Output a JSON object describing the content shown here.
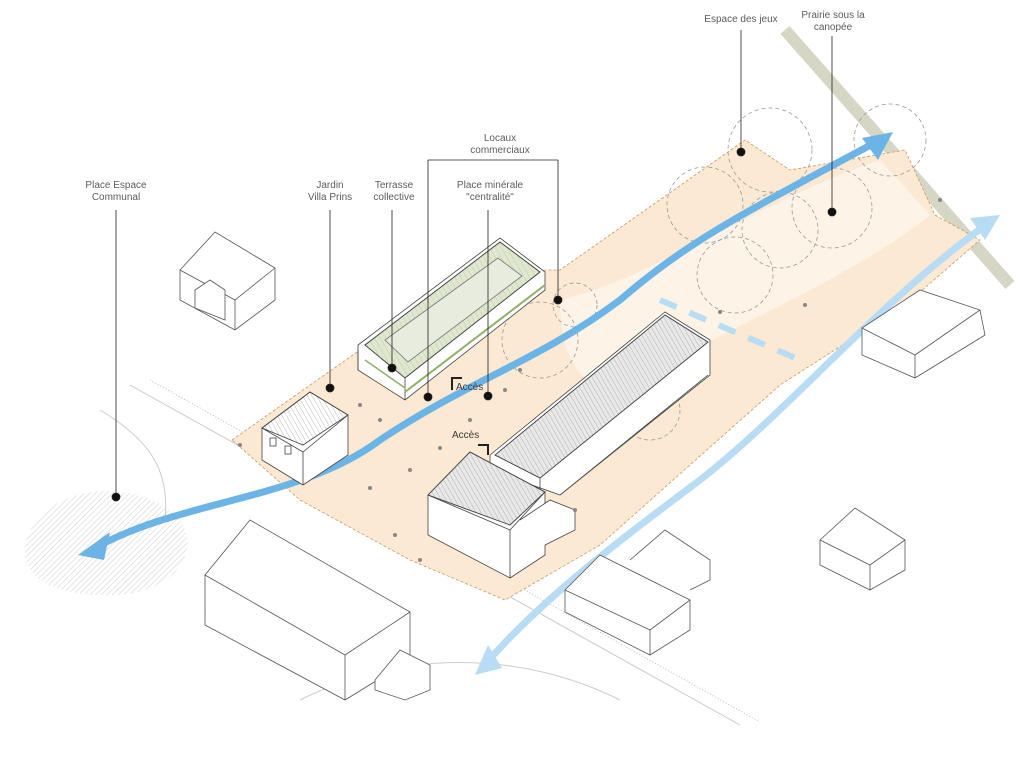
{
  "labels": {
    "place_espace_communal": [
      "Place Espace",
      "Communal"
    ],
    "jardin_villa_prins": [
      "Jardin",
      "Villa Prins"
    ],
    "terrasse_collective": [
      "Terrasse",
      "collective"
    ],
    "locaux_commerciaux": [
      "Locaux",
      "commerciaux"
    ],
    "place_minerale": [
      "Place minérale",
      "\"centralité\""
    ],
    "espace_des_jeux": [
      "Espace des jeux"
    ],
    "prairie_sous_canopee": [
      "Prairie sous la",
      "canopée"
    ],
    "acces_1": "Accès",
    "acces_2": "Accès"
  },
  "colors": {
    "site_fill": "#fbe9d3",
    "site_fill_light": "#fdf3e6",
    "path_primary": "#6cb4e6",
    "path_secondary": "#b7dcf3",
    "line": "#555555",
    "label_text": "#5c5c5c",
    "leader": "#222222",
    "building_stroke": "#444444",
    "roof_fill": "#e8e8e8",
    "green_roof": "#dfe7cf",
    "road_hatch": "#cfcfcf"
  },
  "icons": [
    "site-plot",
    "building-house",
    "arrow-path",
    "tree-canopy",
    "human-figure",
    "leader-dot"
  ]
}
